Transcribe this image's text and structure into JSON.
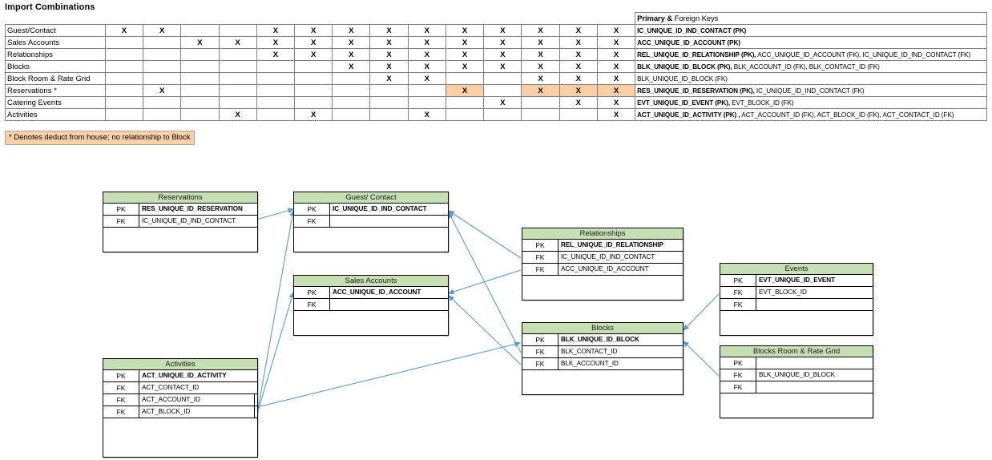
{
  "title": "Import Combinations",
  "matrix": {
    "key_header": "Primary & Foreign Keys",
    "key_header_bold": "Primary &",
    "key_header_rest": " Foreign Keys",
    "column_count": 14,
    "rows": [
      {
        "label": "Guest/Contact",
        "cells": [
          "X",
          "X",
          "",
          "",
          "X",
          "X",
          "X",
          "X",
          "X",
          "X",
          "X",
          "X",
          "X",
          "X"
        ],
        "highlight": [
          false,
          false,
          false,
          false,
          false,
          false,
          false,
          false,
          false,
          false,
          false,
          false,
          false,
          false
        ],
        "key_bold": "IC_UNIQUE_ID_IND_CONTACT (PK)",
        "key_rest": ""
      },
      {
        "label": "Sales Accounts",
        "cells": [
          "",
          "",
          "X",
          "X",
          "X",
          "X",
          "X",
          "X",
          "X",
          "X",
          "X",
          "X",
          "X",
          "X"
        ],
        "highlight": [
          false,
          false,
          false,
          false,
          false,
          false,
          false,
          false,
          false,
          false,
          false,
          false,
          false,
          false
        ],
        "key_bold": "ACC_UNIQUE_ID_ACCOUNT (PK)",
        "key_rest": ""
      },
      {
        "label": "Relationships",
        "cells": [
          "",
          "",
          "",
          "",
          "X",
          "X",
          "X",
          "X",
          "X",
          "X",
          "X",
          "X",
          "X",
          "X"
        ],
        "highlight": [
          false,
          false,
          false,
          false,
          false,
          false,
          false,
          false,
          false,
          false,
          false,
          false,
          false,
          false
        ],
        "key_bold": "REL_UNIQUE_ID_RELATIONSHIP (PK),",
        "key_rest": " ACC_UNIQUE_ID_ACCOUNT (FK), IC_UNIQUE_ID_IND_CONTACT (FK)"
      },
      {
        "label": "Blocks",
        "cells": [
          "",
          "",
          "",
          "",
          "",
          "",
          "X",
          "X",
          "X",
          "X",
          "X",
          "X",
          "X",
          "X"
        ],
        "highlight": [
          false,
          false,
          false,
          false,
          false,
          false,
          false,
          false,
          false,
          false,
          false,
          false,
          false,
          false
        ],
        "key_bold": "BLK_UNIQUE_ID_BLOCK (PK),",
        "key_rest": " BLK_ACCOUNT_ID (FK), BLK_CONTACT_ID (FK)"
      },
      {
        "label": "Block Room & Rate Grid",
        "cells": [
          "",
          "",
          "",
          "",
          "",
          "",
          "",
          "X",
          "X",
          "",
          "",
          "X",
          "X",
          "X"
        ],
        "highlight": [
          false,
          false,
          false,
          false,
          false,
          false,
          false,
          false,
          false,
          false,
          false,
          false,
          false,
          false
        ],
        "key_bold": "",
        "key_rest": "BLK_UNIQUE_ID_BLOCK (FK)"
      },
      {
        "label": "Reservations *",
        "cells": [
          "",
          "X",
          "",
          "",
          "",
          "",
          "",
          "",
          "",
          "X",
          "",
          "X",
          "X",
          "X"
        ],
        "highlight": [
          false,
          false,
          false,
          false,
          false,
          false,
          false,
          false,
          false,
          true,
          false,
          true,
          true,
          true
        ],
        "key_bold": "RES_UNIQUE_ID_RESERVATION (PK),",
        "key_rest": " IC_UNIQUE_ID_IND_CONTACT (FK)"
      },
      {
        "label": "Catering Events",
        "cells": [
          "",
          "",
          "",
          "",
          "",
          "",
          "",
          "",
          "",
          "",
          "X",
          "",
          "X",
          "X"
        ],
        "highlight": [
          false,
          false,
          false,
          false,
          false,
          false,
          false,
          false,
          false,
          false,
          false,
          false,
          false,
          false
        ],
        "key_bold": "EVT_UNIQUE_ID_EVENT (PK),",
        "key_rest": " EVT_BLOCK_ID (FK)"
      },
      {
        "label": "Activities",
        "cells": [
          "",
          "",
          "",
          "X",
          "",
          "X",
          "",
          "",
          "X",
          "",
          "",
          "",
          "",
          "X"
        ],
        "highlight": [
          false,
          false,
          false,
          false,
          false,
          false,
          false,
          false,
          false,
          false,
          false,
          false,
          false,
          false
        ],
        "key_bold": "ACT_UNIQUE_ID_ACTIVITY (PK) ,",
        "key_rest": " ACT_ACCOUNT_ID (FK), ACT_BLOCK_ID (FK), ACT_CONTACT_ID (FK)"
      }
    ]
  },
  "legend": {
    "note": "* Denotes deduct from house; no relationship to Block",
    "color": "#fbcfa4"
  },
  "diagram": {
    "header_color": "#c6e0b4",
    "connector_color": "#5b9bd5",
    "entities": [
      {
        "id": "reservations",
        "title": "Reservations",
        "rows": [
          {
            "key": "PK",
            "name": "RES_UNIQUE_ID_RESERVATION",
            "bold": true
          },
          {
            "key": "FK",
            "name": "IC_UNIQUE_ID_IND_CONTACT",
            "bold": false
          }
        ]
      },
      {
        "id": "guest-contact",
        "title": "Guest/ Contact",
        "rows": [
          {
            "key": "PK",
            "name": "IC_UNIQUE_ID_IND_CONTACT",
            "bold": true
          },
          {
            "key": "FK",
            "name": "",
            "bold": false
          }
        ]
      },
      {
        "id": "sales-accounts",
        "title": "Sales Accounts",
        "rows": [
          {
            "key": "PK",
            "name": "ACC_UNIQUE_ID_ACCOUNT",
            "bold": true
          },
          {
            "key": "FK",
            "name": "",
            "bold": false
          }
        ]
      },
      {
        "id": "relationships",
        "title": "Relationships",
        "rows": [
          {
            "key": "PK",
            "name": "REL_UNIQUE_ID_RELATIONSHIP",
            "bold": true
          },
          {
            "key": "FK",
            "name": "IC_UNIQUE_ID_IND_CONTACT",
            "bold": false
          },
          {
            "key": "FK",
            "name": "ACC_UNIQUE_ID_ACCOUNT",
            "bold": false
          }
        ]
      },
      {
        "id": "events",
        "title": "Events",
        "rows": [
          {
            "key": "PK",
            "name": "EVT_UNIQUE_ID_EVENT",
            "bold": true
          },
          {
            "key": "FK",
            "name": "EVT_BLOCK_ID",
            "bold": false
          },
          {
            "key": "FK",
            "name": "",
            "bold": false
          }
        ]
      },
      {
        "id": "blocks",
        "title": "Blocks",
        "rows": [
          {
            "key": "PK",
            "name": "BLK_UNIQUE_ID_BLOCK",
            "bold": true
          },
          {
            "key": "FK",
            "name": "BLK_CONTACT_ID",
            "bold": false
          },
          {
            "key": "FK",
            "name": "BLK_ACCOUNT_ID",
            "bold": false
          }
        ]
      },
      {
        "id": "blocks-room-rate-grid",
        "title": "Blocks Room & Rate Grid",
        "rows": [
          {
            "key": "PK",
            "name": "",
            "bold": false
          },
          {
            "key": "FK",
            "name": "BLK_UNIQUE_ID_BLOCK",
            "bold": false
          },
          {
            "key": "FK",
            "name": "",
            "bold": false
          }
        ]
      },
      {
        "id": "activities",
        "title": "Activities",
        "rows": [
          {
            "key": "PK",
            "name": "ACT_UNIQUE_ID_ACTIVITY",
            "bold": true
          },
          {
            "key": "FK",
            "name": "ACT_CONTACT_ID",
            "bold": false
          },
          {
            "key": "FK",
            "name": "ACT_ACCOUNT_ID",
            "bold": false
          },
          {
            "key": "FK",
            "name": "ACT_BLOCK_ID",
            "bold": false
          }
        ]
      }
    ]
  }
}
